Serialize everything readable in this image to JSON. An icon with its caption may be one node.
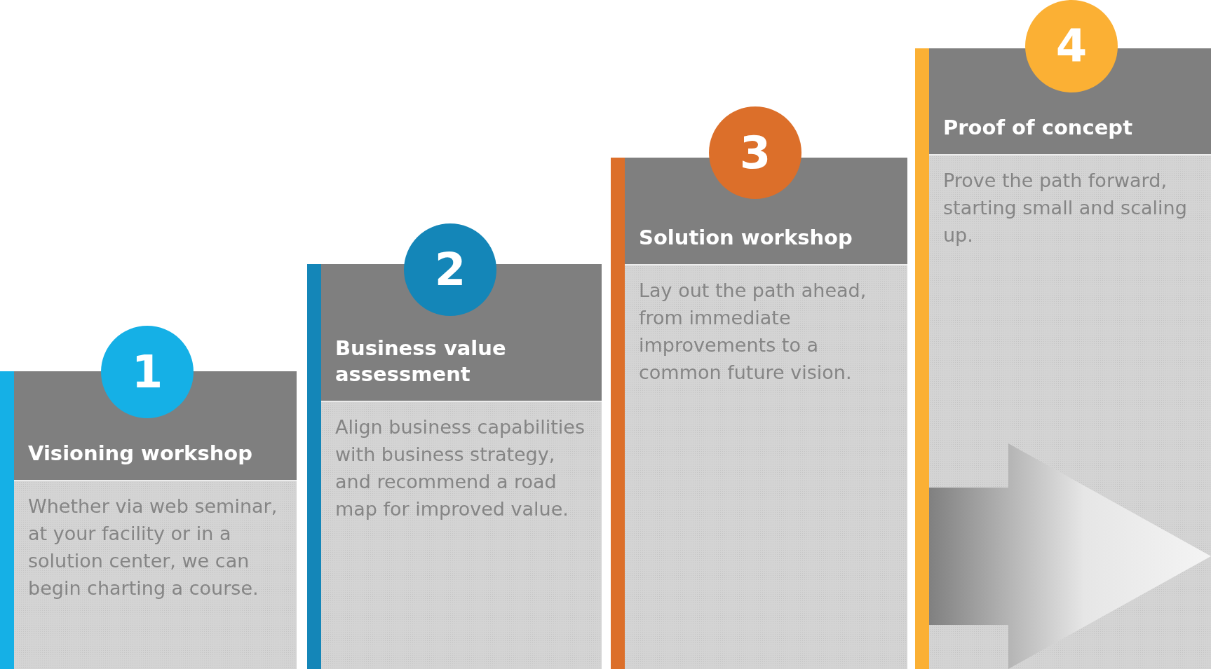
{
  "diagram": {
    "nodes": [
      {
        "text": [
          "1"
        ]
      },
      {
        "text": [
          "Visioning workshop",
          "Whether via web seminar, at your facility or in a solution center, we can begin charting a course."
        ]
      },
      {
        "text": [
          "2"
        ]
      },
      {
        "text": [
          "Business value assessment",
          "Align business capabilities with business strategy, and recommend a road map for improved value."
        ]
      },
      {
        "text": [
          "3"
        ]
      },
      {
        "text": [
          "Solution workshop",
          "Lay out the path ahead, from immediate improvements to a common future vision."
        ]
      },
      {
        "text": [
          "4"
        ]
      },
      {
        "text": [
          "Proof of concept",
          "Prove the path forward, starting small and scaling up."
        ]
      }
    ]
  }
}
